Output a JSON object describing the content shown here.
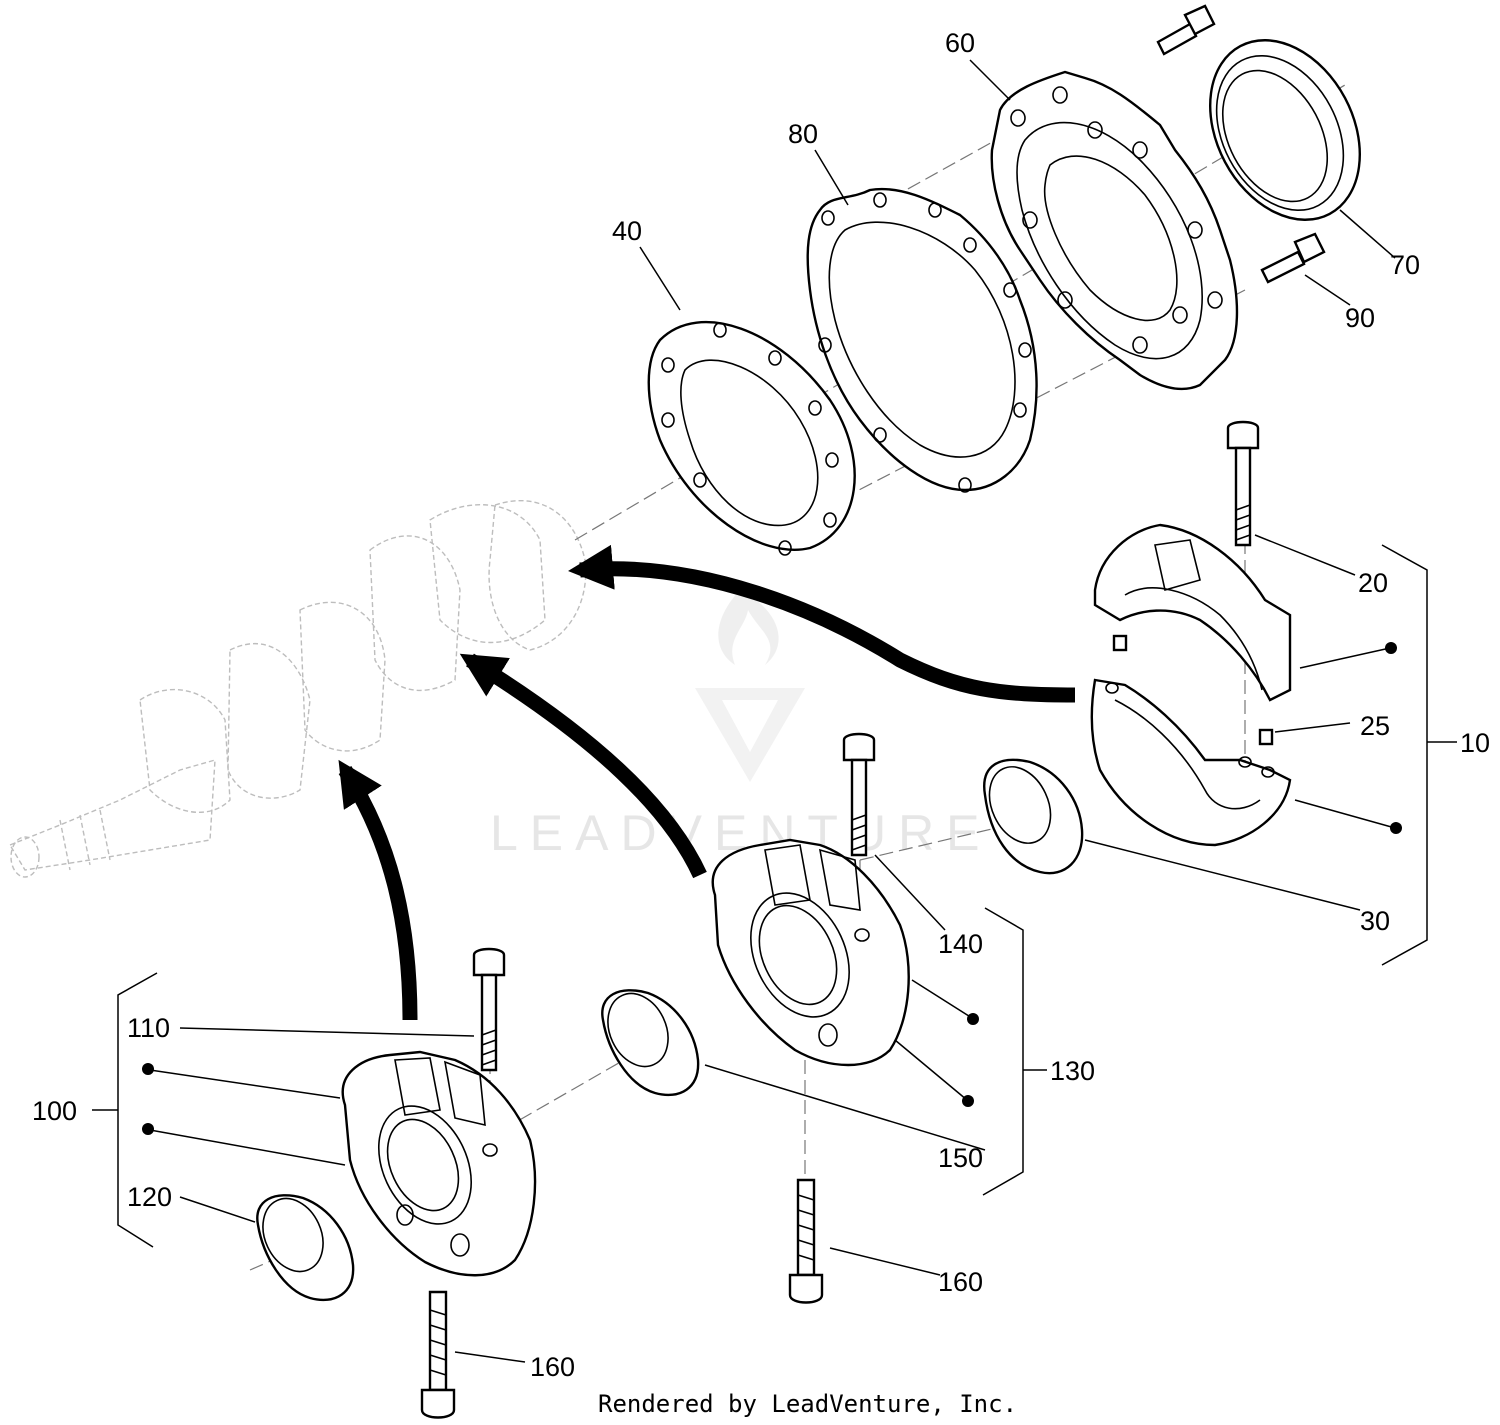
{
  "diagram": {
    "callouts": {
      "c10": "10",
      "c20": "20",
      "c25": "25",
      "c30": "30",
      "c40": "40",
      "c60": "60",
      "c70": "70",
      "c80": "80",
      "c90": "90",
      "c100": "100",
      "c110": "110",
      "c120": "120",
      "c130": "130",
      "c140": "140",
      "c150": "150",
      "c160a": "160",
      "c160b": "160"
    },
    "watermark": "LEADVENTURE",
    "footer": "Rendered by LeadVenture, Inc."
  }
}
